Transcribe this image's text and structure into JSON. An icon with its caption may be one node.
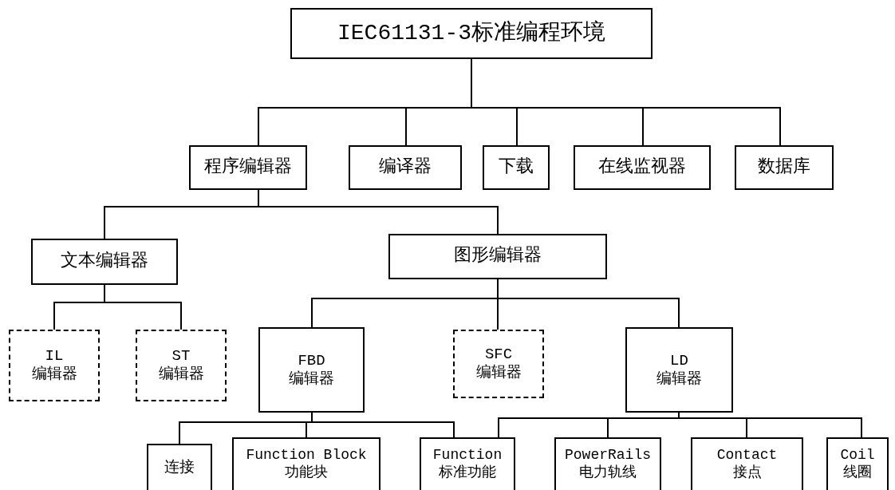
{
  "diagram": {
    "nodes": [
      {
        "text": [
          "IEC61131-3标准编程环境"
        ]
      },
      {
        "text": [
          "程序编辑器"
        ]
      },
      {
        "text": [
          "编译器"
        ]
      },
      {
        "text": [
          "下载"
        ]
      },
      {
        "text": [
          "在线监视器"
        ]
      },
      {
        "text": [
          "数据库"
        ]
      },
      {
        "text": [
          "文本编辑器"
        ]
      },
      {
        "text": [
          "图形编辑器"
        ]
      },
      {
        "text": [
          "IL",
          "编辑器"
        ]
      },
      {
        "text": [
          "ST",
          "编辑器"
        ]
      },
      {
        "text": [
          "FBD",
          "编辑器"
        ]
      },
      {
        "text": [
          "SFC",
          "编辑器"
        ]
      },
      {
        "text": [
          "LD",
          "编辑器"
        ]
      },
      {
        "text": [
          "连接"
        ]
      },
      {
        "text": [
          "Function Block",
          "功能块"
        ]
      },
      {
        "text": [
          "Function",
          "标准功能"
        ]
      },
      {
        "text": [
          "PowerRails",
          "电力轨线"
        ]
      },
      {
        "text": [
          "Contact",
          "接点"
        ]
      },
      {
        "text": [
          "Coil",
          "线圈"
        ]
      }
    ],
    "edges": [
      {
        "from": 0,
        "to": 1,
        "arrow": "none"
      },
      {
        "from": 0,
        "to": 2,
        "arrow": "none"
      },
      {
        "from": 0,
        "to": 3,
        "arrow": "none"
      },
      {
        "from": 0,
        "to": 4,
        "arrow": "none"
      },
      {
        "from": 0,
        "to": 5,
        "arrow": "none"
      },
      {
        "from": 1,
        "to": 6,
        "arrow": "none"
      },
      {
        "from": 1,
        "to": 7,
        "arrow": "none"
      },
      {
        "from": 6,
        "to": 8,
        "arrow": "none"
      },
      {
        "from": 6,
        "to": 9,
        "arrow": "none"
      },
      {
        "from": 7,
        "to": 10,
        "arrow": "none"
      },
      {
        "from": 7,
        "to": 11,
        "arrow": "none"
      },
      {
        "from": 7,
        "to": 12,
        "arrow": "none"
      },
      {
        "from": 10,
        "to": 13,
        "arrow": "none"
      },
      {
        "from": 10,
        "to": 14,
        "arrow": "none"
      },
      {
        "from": 10,
        "to": 15,
        "arrow": "none"
      },
      {
        "from": 12,
        "to": 15,
        "arrow": "none"
      },
      {
        "from": 12,
        "to": 16,
        "arrow": "none"
      },
      {
        "from": 12,
        "to": 17,
        "arrow": "none"
      },
      {
        "from": 12,
        "to": 18,
        "arrow": "none"
      }
    ]
  }
}
